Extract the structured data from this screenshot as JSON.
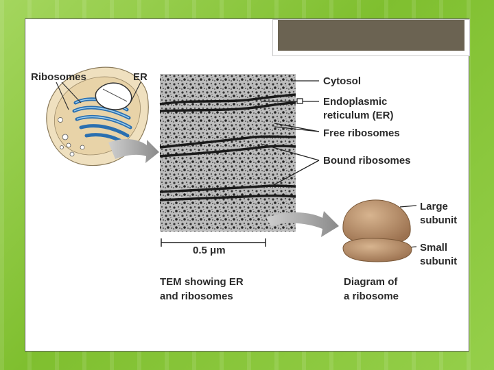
{
  "labels": {
    "ribosomes": "Ribosomes",
    "er": "ER",
    "cytosol": "Cytosol",
    "endoplasmic_line1": "Endoplasmic",
    "endoplasmic_line2": "reticulum (ER)",
    "free_ribosomes": "Free ribosomes",
    "bound_ribosomes": "Bound ribosomes",
    "large_line1": "Large",
    "large_line2": "subunit",
    "small_line1": "Small",
    "small_line2": "subunit",
    "scale_bar": "0.5 μm",
    "tem_line1": "TEM showing ER",
    "tem_line2": "and ribosomes",
    "diagram_line1": "Diagram of",
    "diagram_line2": "a ribosome"
  },
  "colors": {
    "background_green": "#8cc63f",
    "title_bar": "#6b6352",
    "er_blue": "#2a6fb0",
    "cell_tan": "#e8d3a8",
    "ribosome_tan": "#b68a63"
  }
}
